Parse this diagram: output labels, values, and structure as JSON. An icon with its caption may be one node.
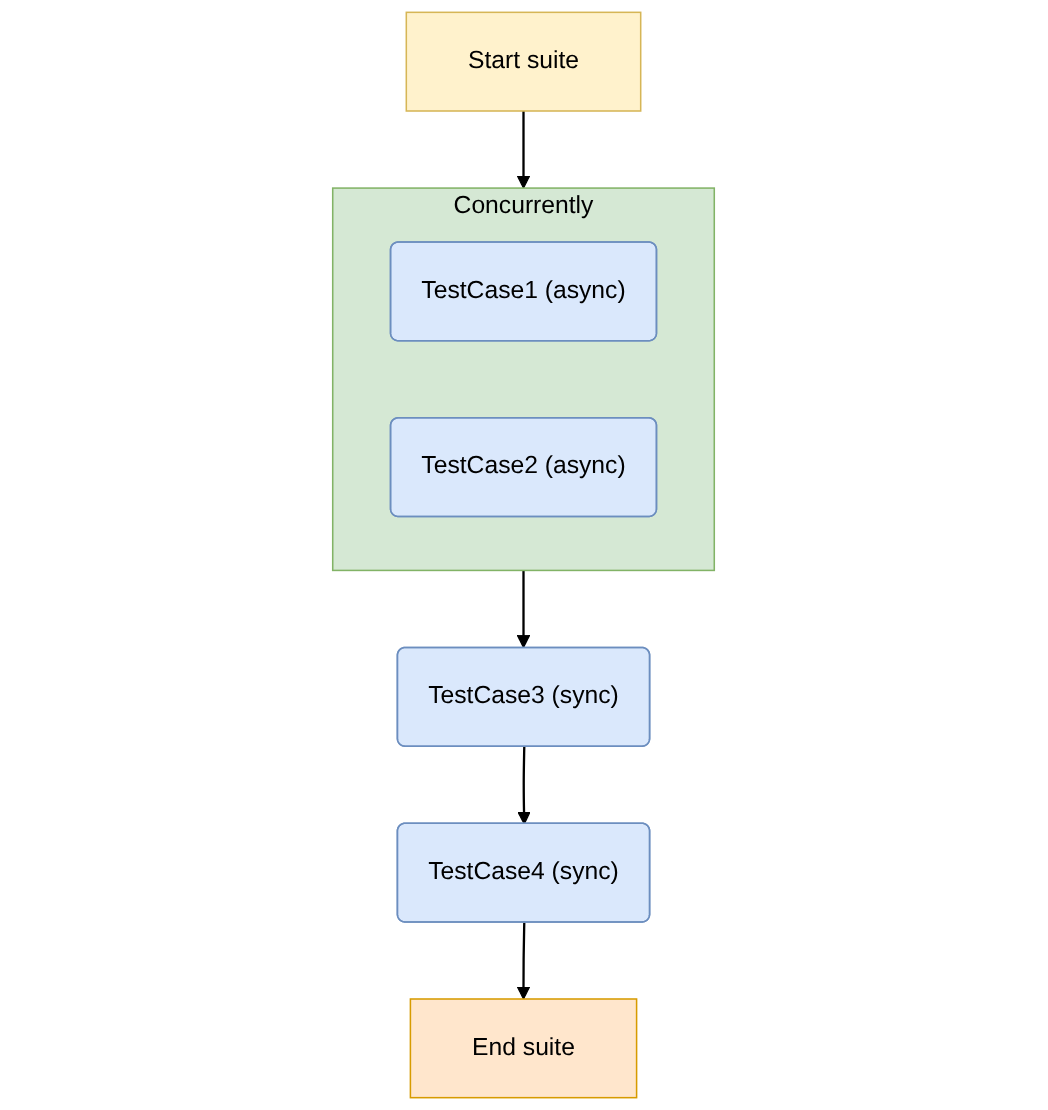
{
  "diagram": {
    "nodes": [
      {
        "text": [
          "Start suite"
        ]
      },
      {
        "text": [
          "Concurrently"
        ]
      },
      {
        "text": [
          "TestCase1 (async)"
        ],
        "in": 1
      },
      {
        "text": [
          "TestCase2 (async)"
        ],
        "in": 1
      },
      {
        "text": [
          "TestCase3 (sync)"
        ]
      },
      {
        "text": [
          "TestCase4 (sync)"
        ]
      },
      {
        "text": [
          "End suite"
        ]
      }
    ],
    "edges": [
      {
        "from": 0,
        "to": 1,
        "arrow": "to"
      },
      {
        "from": 1,
        "to": 4,
        "arrow": "to"
      },
      {
        "from": 4,
        "to": 5,
        "arrow": "to"
      },
      {
        "from": 5,
        "to": 6,
        "arrow": "to"
      }
    ]
  }
}
